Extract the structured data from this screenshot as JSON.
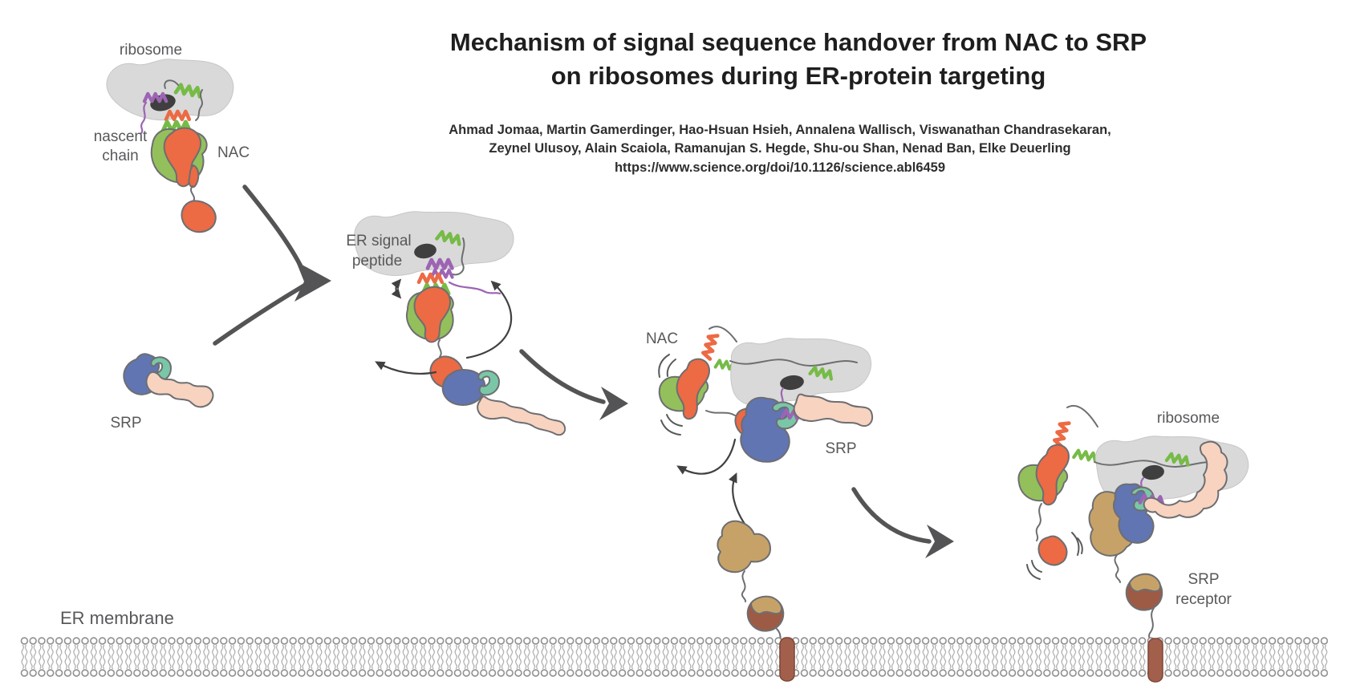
{
  "figure": {
    "title_line1": "Mechanism of signal sequence handover from NAC to SRP",
    "title_line2": "on ribosomes during ER-protein targeting",
    "authors_line1": "Ahmad Jomaa, Martin Gamerdinger, Hao-Hsuan Hsieh, Annalena Wallisch, Viswanathan Chandrasekaran,",
    "authors_line2": "Zeynel Ulusoy, Alain Scaiola, Ramanujan S. Hegde, Shu-ou Shan, Nenad Ban, Elke Deuerling",
    "doi": "https://www.science.org/doi/10.1126/science.abl6459"
  },
  "stage1": {
    "ribosome_label": "ribosome",
    "nascent_line1": "nascent",
    "nascent_line2": "chain",
    "nac_label": "NAC",
    "srp_label": "SRP"
  },
  "stage2": {
    "er_signal_line1": "ER signal",
    "er_signal_line2": "peptide"
  },
  "stage3": {
    "nac_label": "NAC",
    "srp_label": "SRP"
  },
  "stage4": {
    "ribosome_label": "ribosome",
    "receptor_line1": "SRP",
    "receptor_line2": "receptor"
  },
  "membrane": {
    "label": "ER membrane"
  },
  "colors": {
    "ribosome_gray": "#d9d9d9",
    "exit_tunnel_dark": "#3f3f3f",
    "nac_green": "#94c05c",
    "nac_orange": "#ec6a44",
    "helix_green": "#76bb47",
    "helix_purple": "#9d64b4",
    "srp_blue": "#6175b3",
    "srp_teal": "#7ac7a8",
    "srp_pink": "#f7d3c0",
    "receptor_tan": "#c7a268",
    "receptor_brown": "#9d5b46",
    "tm_anchor_maroon": "#a2604c",
    "arrow_gray": "#545456",
    "label_gray": "#57585b"
  }
}
